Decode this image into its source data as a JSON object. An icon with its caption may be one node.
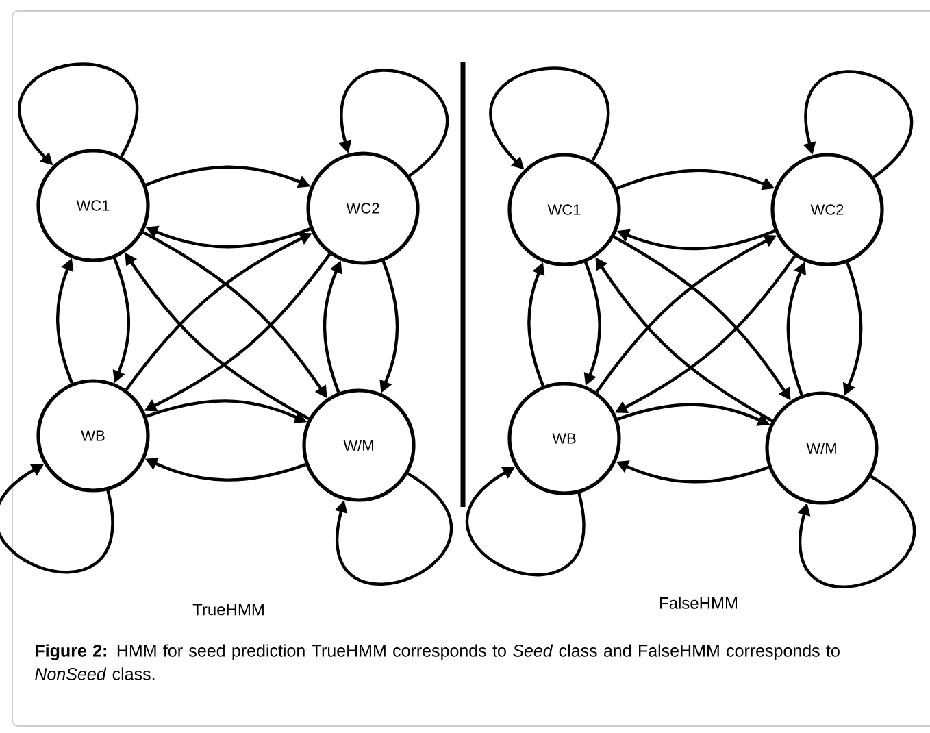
{
  "diagram": {
    "caption": "**Figure 2:** HMM for seed prediction TrueHMM corresponds to *Seed* class and FalseHMM corresponds to *NonSeed* class.",
    "nodes": [
      {
        "text": [
          "WC1"
        ]
      },
      {
        "text": [
          "WC2"
        ]
      },
      {
        "text": [
          "WB"
        ]
      },
      {
        "text": [
          "W/M"
        ]
      },
      {
        "text": [
          "WC1"
        ]
      },
      {
        "text": [
          "WC2"
        ]
      },
      {
        "text": [
          "WB"
        ]
      },
      {
        "text": [
          "W/M"
        ]
      }
    ],
    "edges": [
      {
        "from": 0,
        "to": 0,
        "arrow": "to"
      },
      {
        "from": 1,
        "to": 1,
        "arrow": "to"
      },
      {
        "from": 2,
        "to": 2,
        "arrow": "to"
      },
      {
        "from": 3,
        "to": 3,
        "arrow": "to"
      },
      {
        "from": 0,
        "to": 1,
        "arrow": "to"
      },
      {
        "from": 1,
        "to": 0,
        "arrow": "to"
      },
      {
        "from": 0,
        "to": 2,
        "arrow": "to"
      },
      {
        "from": 2,
        "to": 0,
        "arrow": "to"
      },
      {
        "from": 1,
        "to": 3,
        "arrow": "to"
      },
      {
        "from": 3,
        "to": 1,
        "arrow": "to"
      },
      {
        "from": 3,
        "to": 2,
        "arrow": "to"
      },
      {
        "from": 2,
        "to": 3,
        "arrow": "to"
      },
      {
        "from": 0,
        "to": 3,
        "arrow": "to"
      },
      {
        "from": 3,
        "to": 0,
        "arrow": "to"
      },
      {
        "from": 2,
        "to": 1,
        "arrow": "to"
      },
      {
        "from": 1,
        "to": 2,
        "arrow": "to"
      },
      {
        "from": 4,
        "to": 4,
        "arrow": "to"
      },
      {
        "from": 5,
        "to": 5,
        "arrow": "to"
      },
      {
        "from": 6,
        "to": 6,
        "arrow": "to"
      },
      {
        "from": 7,
        "to": 7,
        "arrow": "to"
      },
      {
        "from": 4,
        "to": 5,
        "arrow": "to"
      },
      {
        "from": 5,
        "to": 4,
        "arrow": "to"
      },
      {
        "from": 4,
        "to": 6,
        "arrow": "to"
      },
      {
        "from": 6,
        "to": 4,
        "arrow": "to"
      },
      {
        "from": 5,
        "to": 7,
        "arrow": "to"
      },
      {
        "from": 7,
        "to": 5,
        "arrow": "to"
      },
      {
        "from": 7,
        "to": 6,
        "arrow": "to"
      },
      {
        "from": 6,
        "to": 7,
        "arrow": "to"
      },
      {
        "from": 4,
        "to": 7,
        "arrow": "to"
      },
      {
        "from": 7,
        "to": 4,
        "arrow": "to"
      },
      {
        "from": 6,
        "to": 5,
        "arrow": "to"
      },
      {
        "from": 5,
        "to": 6,
        "arrow": "to"
      }
    ],
    "labels": [
      "TrueHMM",
      "FalseHMM"
    ]
  }
}
